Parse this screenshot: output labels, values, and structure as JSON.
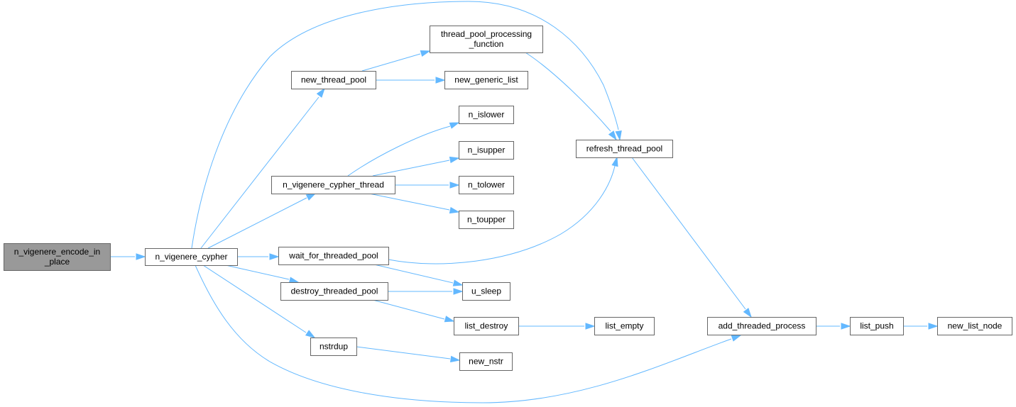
{
  "colors": {
    "edge": "#63b8ff",
    "node_border": "#666666",
    "node_fill": "#ffffff",
    "root_fill": "#999999",
    "text": "#000000"
  },
  "nodes": [
    {
      "id": "n_vigenere_encode_in_place",
      "lines": [
        "n_vigenere_encode_in",
        "_place"
      ],
      "root": true
    },
    {
      "id": "n_vigenere_cypher",
      "lines": [
        "n_vigenere_cypher"
      ]
    },
    {
      "id": "new_thread_pool",
      "lines": [
        "new_thread_pool"
      ]
    },
    {
      "id": "thread_pool_processing_function",
      "lines": [
        "thread_pool_processing",
        "_function"
      ]
    },
    {
      "id": "new_generic_list",
      "lines": [
        "new_generic_list"
      ]
    },
    {
      "id": "n_islower",
      "lines": [
        "n_islower"
      ]
    },
    {
      "id": "n_isupper",
      "lines": [
        "n_isupper"
      ]
    },
    {
      "id": "n_vigenere_cypher_thread",
      "lines": [
        "n_vigenere_cypher_thread"
      ]
    },
    {
      "id": "n_tolower",
      "lines": [
        "n_tolower"
      ]
    },
    {
      "id": "n_toupper",
      "lines": [
        "n_toupper"
      ]
    },
    {
      "id": "refresh_thread_pool",
      "lines": [
        "refresh_thread_pool"
      ]
    },
    {
      "id": "wait_for_threaded_pool",
      "lines": [
        "wait_for_threaded_pool"
      ]
    },
    {
      "id": "u_sleep",
      "lines": [
        "u_sleep"
      ]
    },
    {
      "id": "destroy_threaded_pool",
      "lines": [
        "destroy_threaded_pool"
      ]
    },
    {
      "id": "list_destroy",
      "lines": [
        "list_destroy"
      ]
    },
    {
      "id": "list_empty",
      "lines": [
        "list_empty"
      ]
    },
    {
      "id": "add_threaded_process",
      "lines": [
        "add_threaded_process"
      ]
    },
    {
      "id": "list_push",
      "lines": [
        "list_push"
      ]
    },
    {
      "id": "new_list_node",
      "lines": [
        "new_list_node"
      ]
    },
    {
      "id": "nstrdup",
      "lines": [
        "nstrdup"
      ]
    },
    {
      "id": "new_nstr",
      "lines": [
        "new_nstr"
      ]
    }
  ],
  "edges": [
    {
      "from": "n_vigenere_encode_in_place",
      "to": "n_vigenere_cypher"
    },
    {
      "from": "n_vigenere_cypher",
      "to": "refresh_thread_pool"
    },
    {
      "from": "n_vigenere_cypher",
      "to": "new_thread_pool"
    },
    {
      "from": "n_vigenere_cypher",
      "to": "n_vigenere_cypher_thread"
    },
    {
      "from": "n_vigenere_cypher",
      "to": "wait_for_threaded_pool"
    },
    {
      "from": "n_vigenere_cypher",
      "to": "destroy_threaded_pool"
    },
    {
      "from": "n_vigenere_cypher",
      "to": "nstrdup"
    },
    {
      "from": "n_vigenere_cypher",
      "to": "add_threaded_process"
    },
    {
      "from": "new_thread_pool",
      "to": "thread_pool_processing_function"
    },
    {
      "from": "new_thread_pool",
      "to": "new_generic_list"
    },
    {
      "from": "thread_pool_processing_function",
      "to": "refresh_thread_pool"
    },
    {
      "from": "n_vigenere_cypher_thread",
      "to": "n_islower"
    },
    {
      "from": "n_vigenere_cypher_thread",
      "to": "n_isupper"
    },
    {
      "from": "n_vigenere_cypher_thread",
      "to": "n_tolower"
    },
    {
      "from": "n_vigenere_cypher_thread",
      "to": "n_toupper"
    },
    {
      "from": "wait_for_threaded_pool",
      "to": "refresh_thread_pool"
    },
    {
      "from": "wait_for_threaded_pool",
      "to": "u_sleep"
    },
    {
      "from": "destroy_threaded_pool",
      "to": "u_sleep"
    },
    {
      "from": "destroy_threaded_pool",
      "to": "list_destroy"
    },
    {
      "from": "list_destroy",
      "to": "list_empty"
    },
    {
      "from": "refresh_thread_pool",
      "to": "add_threaded_process"
    },
    {
      "from": "add_threaded_process",
      "to": "list_push"
    },
    {
      "from": "list_push",
      "to": "new_list_node"
    },
    {
      "from": "nstrdup",
      "to": "new_nstr"
    }
  ]
}
